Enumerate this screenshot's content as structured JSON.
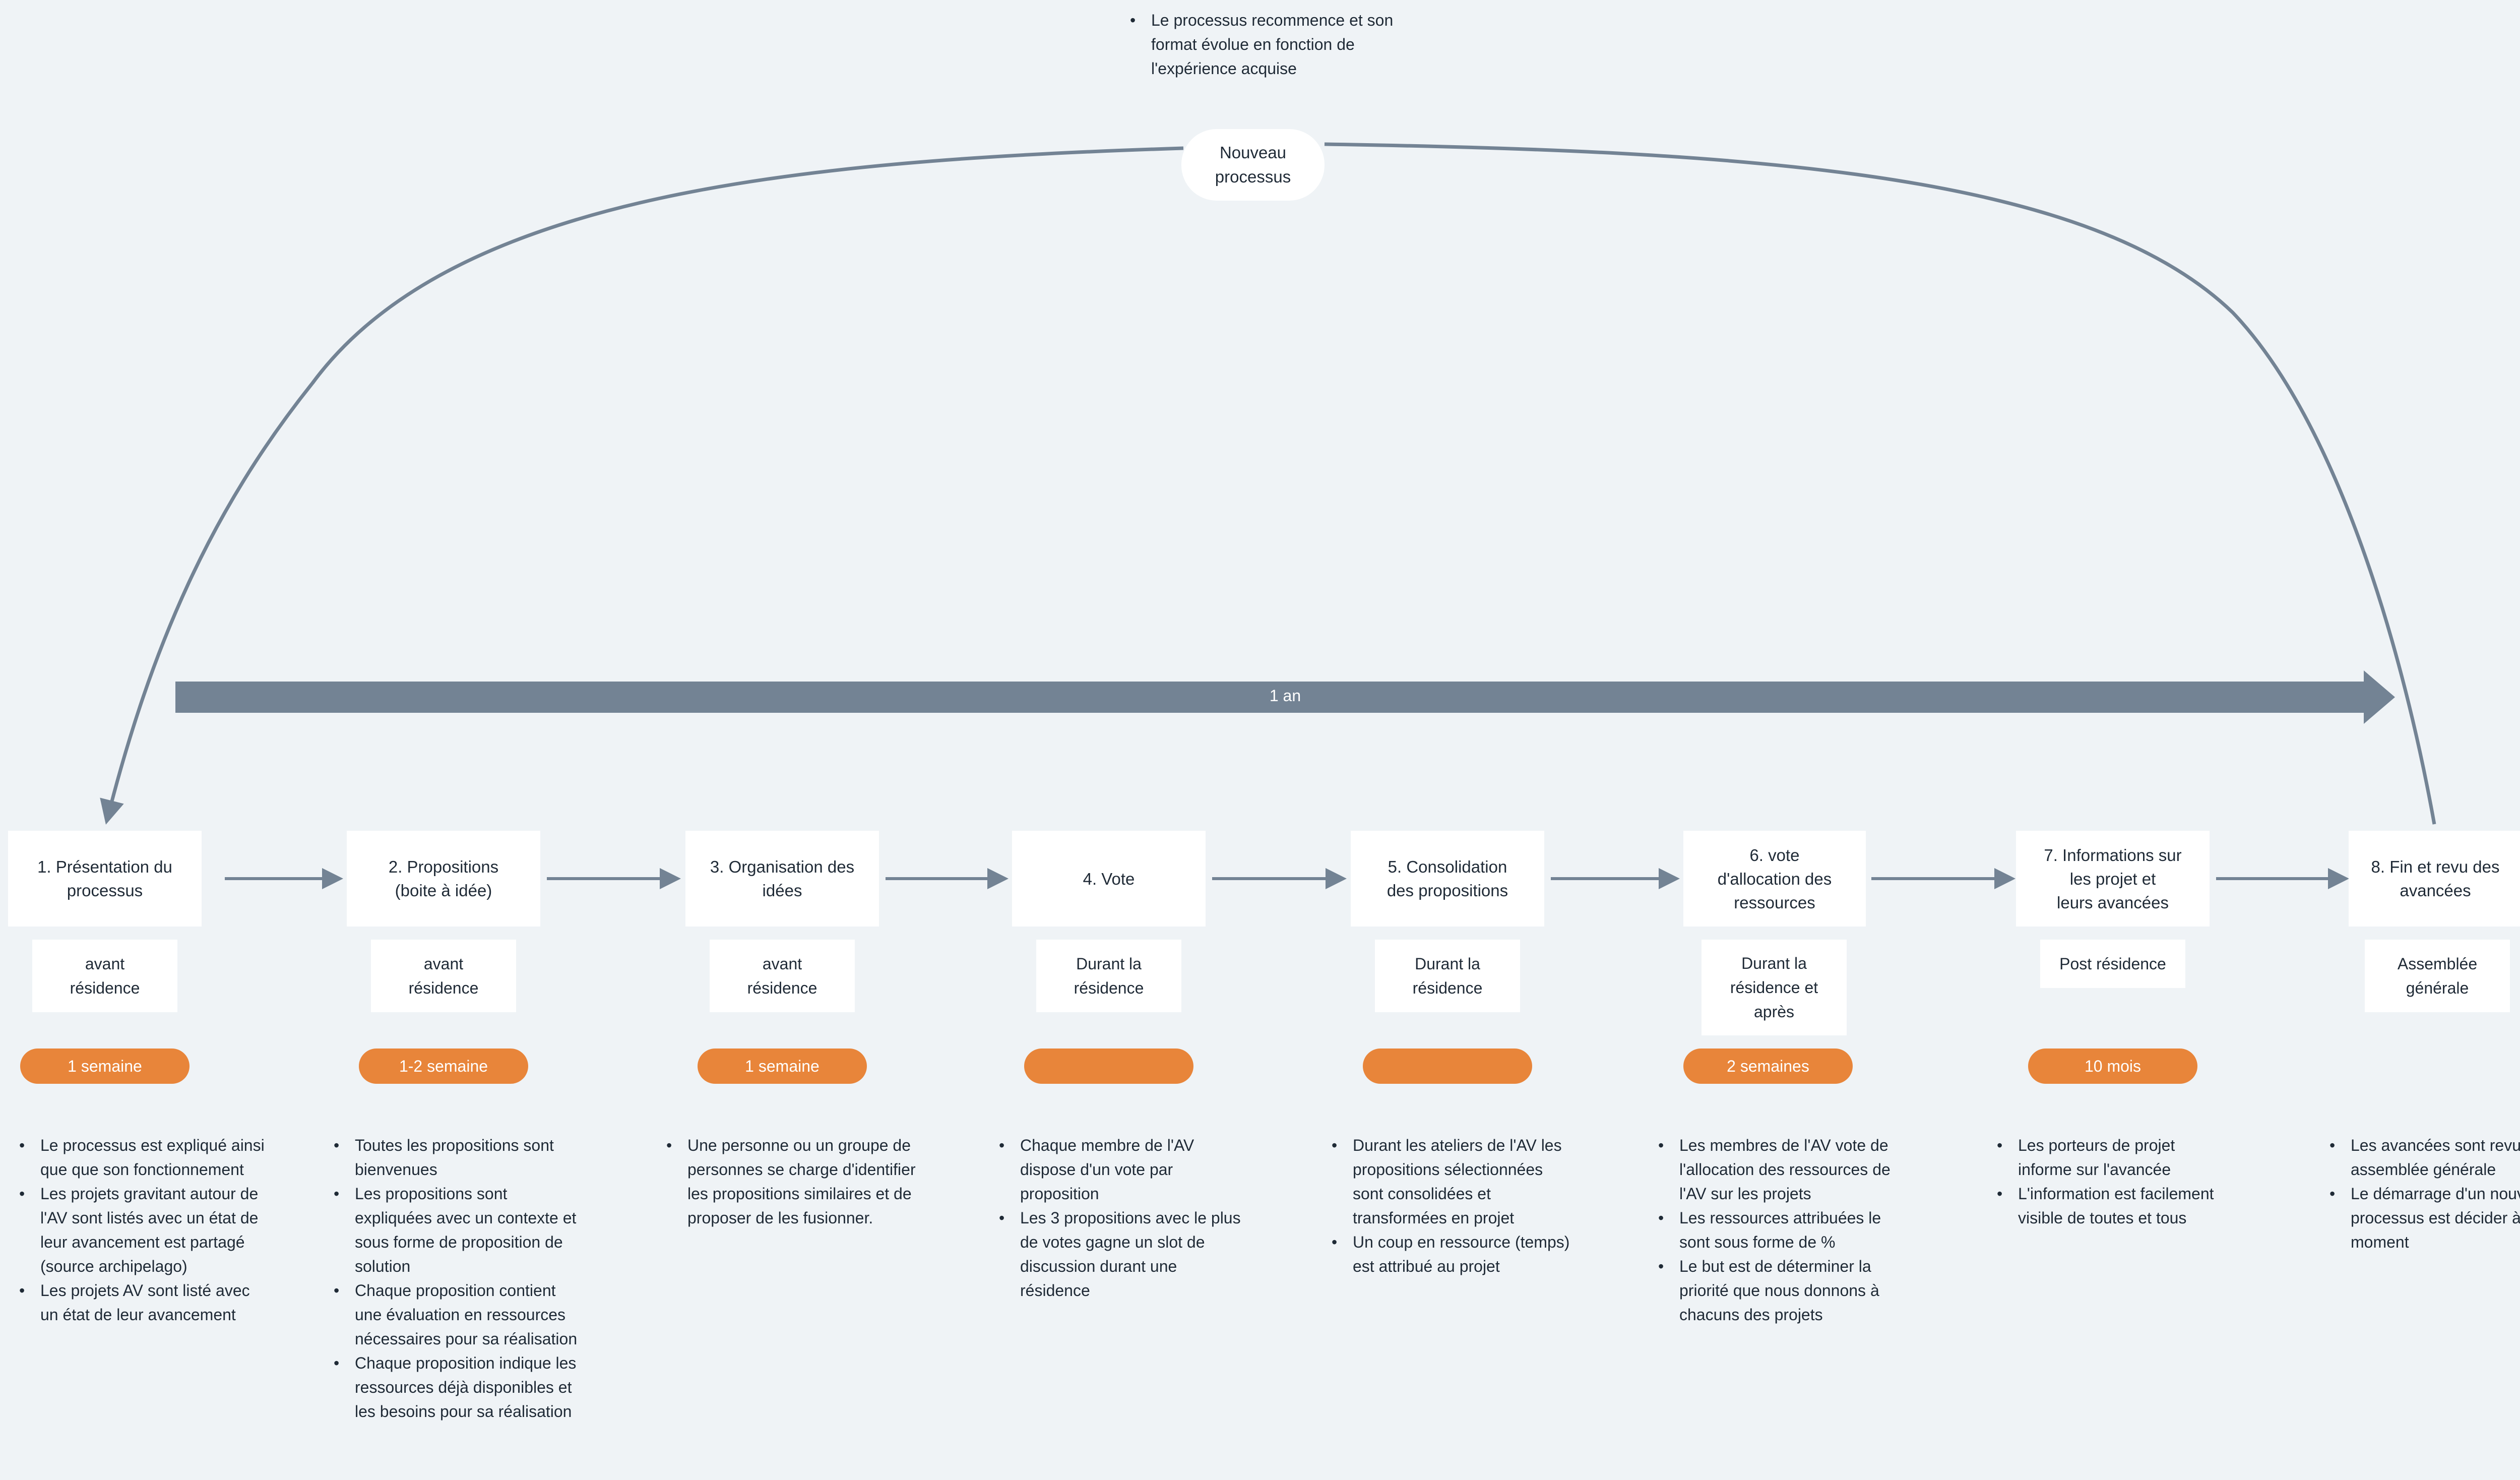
{
  "top_note": {
    "bullets": [
      "Le processus recommence et son format évolue en fonction de l'expérience acquise"
    ]
  },
  "restart_node": {
    "label": "Nouveau\nprocessus"
  },
  "timeline": {
    "label": "1 an"
  },
  "steps": [
    {
      "title": "1.  Présentation du\nprocessus",
      "timing": "avant\nrésidence",
      "duration": "1 semaine",
      "bullets": [
        "Le processus est expliqué ainsi que que son fonctionnement",
        "Les projets gravitant autour de l'AV sont listés avec un état de leur avancement est partagé (source archipelago)",
        "Les projets AV sont listé avec un état de leur avancement"
      ]
    },
    {
      "title": "2.  Propositions\n(boite à idée)",
      "timing": "avant\nrésidence",
      "duration": "1-2 semaine",
      "bullets": [
        "Toutes les propositions sont bienvenues",
        "Les propositions sont expliquées avec un contexte et sous forme de proposition de solution",
        "Chaque proposition contient une évaluation en ressources nécessaires pour sa réalisation",
        "Chaque proposition indique les ressources déjà disponibles et les besoins pour sa réalisation"
      ]
    },
    {
      "title": "3.  Organisation des\nidées",
      "timing": "avant\nrésidence",
      "duration": "1 semaine",
      "bullets": [
        "Une personne ou un groupe de personnes se charge d'identifier les propositions similaires et de proposer de les fusionner."
      ]
    },
    {
      "title": "4.  Vote",
      "timing": "Durant la\nrésidence",
      "duration": "",
      "bullets": [
        "Chaque membre de l'AV dispose d'un vote par proposition",
        "Les 3 propositions avec le plus de votes gagne un slot de discussion durant une résidence"
      ]
    },
    {
      "title": "5.  Consolidation\ndes propositions",
      "timing": "Durant la\nrésidence",
      "duration": "",
      "bullets": [
        "Durant les ateliers de l'AV les propositions sélectionnées sont consolidées et transformées en projet",
        "Un coup en ressource (temps) est attribué au projet"
      ]
    },
    {
      "title": "6.  vote\nd'allocation des\nressources",
      "timing": "Durant la\nrésidence et\naprès",
      "duration": "2 semaines",
      "bullets": [
        "Les membres de l'AV vote de l'allocation des ressources de l'AV sur les projets",
        "Les ressources attribuées le sont sous forme de %",
        "Le but est de déterminer la priorité que nous donnons à chacuns des projets"
      ]
    },
    {
      "title": "7.  Informations sur\nles projet et\nleurs avancées",
      "timing": "Post résidence",
      "duration": "10 mois",
      "bullets": [
        "Les porteurs de projet informe sur l'avancée",
        "L'information est facilement visible de toutes et tous"
      ]
    },
    {
      "title": "8.  Fin et revu des\navancées",
      "timing": "Assemblée\ngénérale",
      "duration": "",
      "bullets": [
        "Les avancées sont revu en assemblée générale",
        "Le démarrage d'un nouveau processus est décider à ce moment"
      ]
    }
  ],
  "colors": {
    "background": "#eff3f6",
    "connector": "#738394",
    "pill": "#e8853a",
    "card": "#ffffff"
  }
}
